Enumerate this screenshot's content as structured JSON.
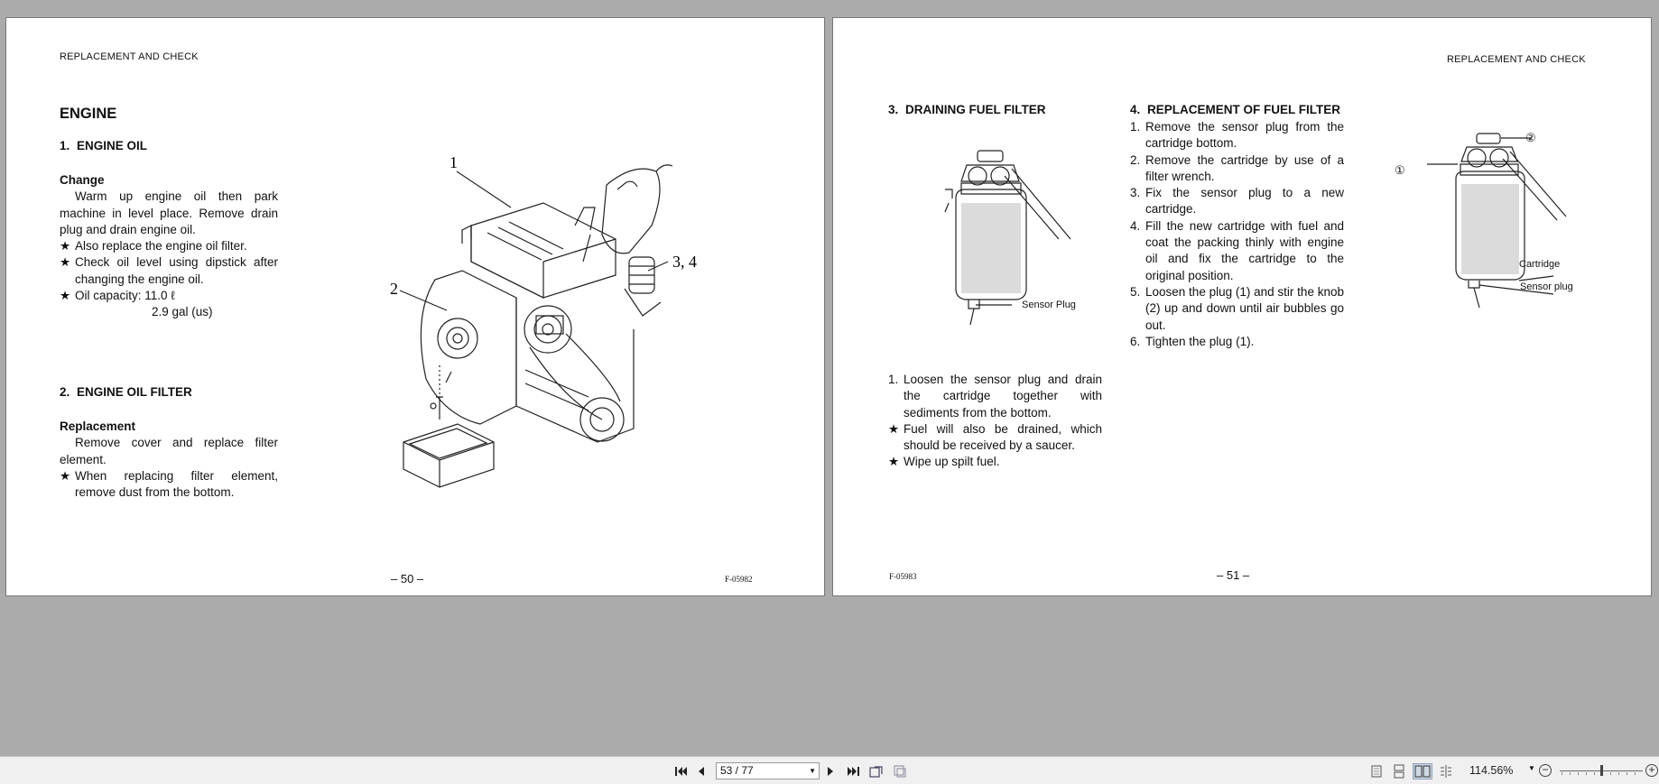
{
  "left_page": {
    "header": "REPLACEMENT AND CHECK",
    "section_title": "ENGINE",
    "item1": {
      "num": "1.",
      "title": "ENGINE OIL",
      "subhead": "Change",
      "para": "Warm up engine oil then park machine in level place. Remove drain plug and drain engine oil.",
      "bullets": [
        "Also replace the engine oil filter.",
        "Check oil level using dipstick after changing the engine oil."
      ],
      "capacity_label": "Oil capacity:",
      "capacity_1": "11.0 ℓ",
      "capacity_2": "2.9 gal (us)"
    },
    "item2": {
      "num": "2.",
      "title": "ENGINE OIL FILTER",
      "subhead": "Replacement",
      "para": "Remove cover and replace filter element.",
      "bullets": [
        "When replacing filter element, remove dust from the bottom."
      ]
    },
    "figure_callouts": [
      "1",
      "2",
      "3, 4"
    ],
    "folio": "– 50 –",
    "fig_code": "F-05982",
    "star": "★"
  },
  "right_page": {
    "header": "REPLACEMENT AND CHECK",
    "item3": {
      "num": "3.",
      "title": "DRAINING FUEL FILTER",
      "fig_label": "Sensor Plug",
      "steps": [
        "Loosen the sensor plug and drain the cartridge together with sediments from the bottom."
      ],
      "bullets": [
        "Fuel will also be drained, which should be received by a saucer.",
        "Wipe up spilt fuel."
      ]
    },
    "item4": {
      "num": "4.",
      "title": "REPLACEMENT OF FUEL FILTER",
      "steps": [
        "Remove the sensor plug from the cartridge bottom.",
        "Remove the cartridge by use of a filter wrench.",
        "Fix the sensor plug to a new cartridge.",
        "Fill the new cartridge with fuel and coat the packing thinly with engine oil and fix the cartridge to the original position.",
        "Loosen the plug (1) and stir the knob (2) up and down until air bubbles go out.",
        "Tighten the plug (1)."
      ],
      "step_nums": [
        "1.",
        "2.",
        "3.",
        "4.",
        "5.",
        "6."
      ],
      "fig_labels": {
        "cartridge": "Cartridge",
        "sensor_plug": "Sensor plug",
        "c1": "①",
        "c2": "②"
      }
    },
    "folio": "– 51 –",
    "fig_code": "F-05983"
  },
  "toolbar": {
    "page_indicator": "53 / 77",
    "zoom": "114.56%",
    "icons": [
      "first-page-icon",
      "prev-page-icon",
      "next-page-icon",
      "last-page-icon",
      "rotate-icon",
      "fit-icon",
      "single-page-icon",
      "continuous-icon",
      "two-page-icon",
      "two-page-continuous-icon",
      "zoom-out-icon",
      "zoom-in-icon"
    ]
  }
}
